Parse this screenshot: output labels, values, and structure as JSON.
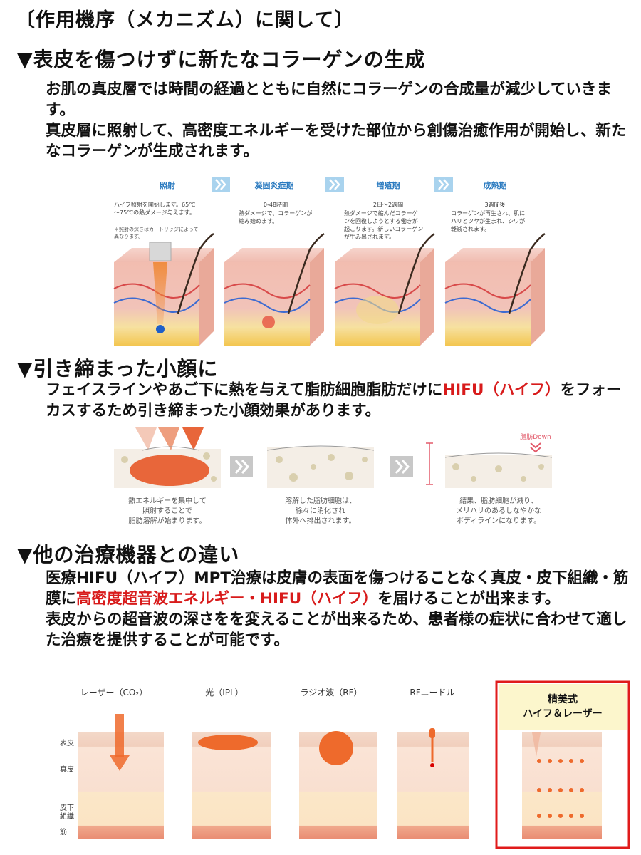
{
  "title": "〔作用機序（メカニズム）に関して〕",
  "section1": {
    "heading": "▼表皮を傷つけずに新たなコラーゲンの生成",
    "para1": "お肌の真皮層では時間の経過とともに自然にコラーゲンの合成量が減少していきます。",
    "para2": "真皮層に照射して、高密度エネルギーを受けた部位から創傷治癒作用が開始し、新たなコラーゲンが生成されます。",
    "stages": [
      {
        "label": "照射",
        "desc1": "ハイフ照射を開始します。65℃",
        "desc2": "〜75℃の熱ダメージ与えます。",
        "note1": "＊照射の深さはカートリッジによって",
        "note2": "異なります。"
      },
      {
        "label": "凝固炎症期",
        "time": "0-48時間",
        "desc1": "熱ダメージで、コラーゲンが",
        "desc2": "縮み始めます。"
      },
      {
        "label": "増殖期",
        "time": "2日〜2週間",
        "desc1": "熱ダメージで縮んだコラーゲ",
        "desc2": "ンを回復しようとする働きが",
        "desc3": "起こります。新しいコラーゲン",
        "desc4": "が生み出されます。"
      },
      {
        "label": "成熟期",
        "time": "3週間後",
        "desc1": "コラーゲンが再生され、肌に",
        "desc2": "ハリとツヤが生まれ、シワが",
        "desc3": "軽減されます。"
      }
    ]
  },
  "section2": {
    "heading": "▼引き締まった小顔に",
    "para_a": "フェイスラインやあご下に熱を与えて脂肪細胞脂肪だけに",
    "para_red": "HIFU（ハイフ）",
    "para_b": "をフォーカスするため引き締まった小顔効果があります。",
    "badge": "脂肪Down",
    "captions": [
      {
        "l1": "熱エネルギーを集中して",
        "l2": "照射することで",
        "l3": "脂肪溶解が始まります。"
      },
      {
        "l1": "溶解した脂肪細胞は、",
        "l2": "徐々に消化され",
        "l3": "体外へ排出されます。"
      },
      {
        "l1": "結果、脂肪細胞が減り、",
        "l2": "メリハリのあるしなやかな",
        "l3": "ボディラインになります。"
      }
    ]
  },
  "section3": {
    "heading": "▼他の治療機器との違い",
    "p1_a": "医療HIFU（ハイフ）MPT治療は皮膚の表面を傷つけることなく真皮・皮下組織・筋膜に",
    "p1_red": "高密度超音波エネルギー・HIFU（ハイフ）",
    "p1_b": "を届けることが出来ます。",
    "p2": "表皮からの超音波の深さをを変えることが出来るため、患者様の症状に合わせて適した治療を提供することが可能です。",
    "layer_labels": {
      "epidermis": "表皮",
      "dermis": "真皮",
      "subcut1": "皮下",
      "subcut2": "組織",
      "muscle": "筋"
    },
    "columns": [
      "レーザー（CO₂）",
      "光（IPL）",
      "ラジオ波（RF）",
      "RFニードル"
    ],
    "featured1": "精美式",
    "featured2": "ハイフ＆レーザー"
  },
  "colors": {
    "accent_red": "#d81b1b",
    "stage_blue": "#2b7bc0",
    "orange": "#ee6a2c"
  }
}
